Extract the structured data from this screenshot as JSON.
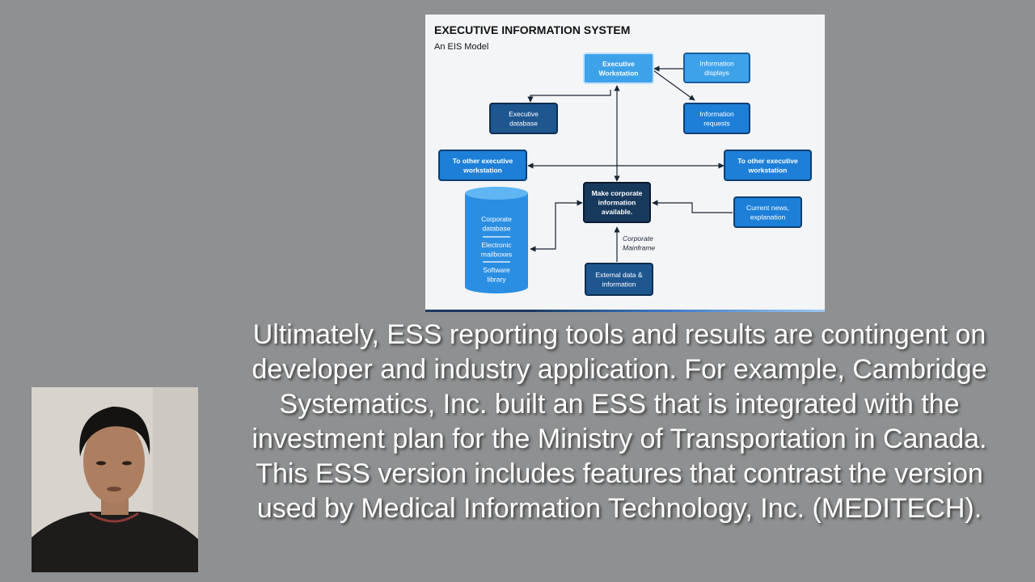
{
  "slide": {
    "title": "EXECUTIVE INFORMATION SYSTEM",
    "subtitle": "An EIS Model",
    "nodes": {
      "workstation": [
        "Executive",
        "Workstation"
      ],
      "info_displays": [
        "Information",
        "displays"
      ],
      "exec_database": [
        "Executive",
        "database"
      ],
      "info_requests": [
        "Information",
        "requests"
      ],
      "other_ws_left": [
        "To other executive",
        "workstation"
      ],
      "other_ws_right": [
        "To other executive",
        "workstation"
      ],
      "corporate_info": [
        "Make corporate",
        "information",
        "available."
      ],
      "current_news": [
        "Current news,",
        "explanation"
      ],
      "external_data": [
        "External data &",
        "information"
      ],
      "cyl_corporate_db": [
        "Corporate",
        "database"
      ],
      "cyl_mailboxes": [
        "Electronic",
        "mailboxes"
      ],
      "cyl_software": [
        "Software",
        "library"
      ]
    },
    "mainframe_label": [
      "Corporate",
      "Mainframe"
    ]
  },
  "caption": "Ultimately, ESS reporting tools and results are contingent on developer and industry application. For example, Cambridge Systematics, Inc. built an ESS that is integrated with the investment plan for the Ministry of Transportation in Canada. This ESS version includes features that contrast the version used by Medical Information Technology, Inc. (MEDITECH).",
  "colors": {
    "background": "#8f9091",
    "dark_box": "#1e5690",
    "mid_box": "#1d7fd8",
    "light_box": "#3ea2ea",
    "navy_box": "#173a5c"
  }
}
